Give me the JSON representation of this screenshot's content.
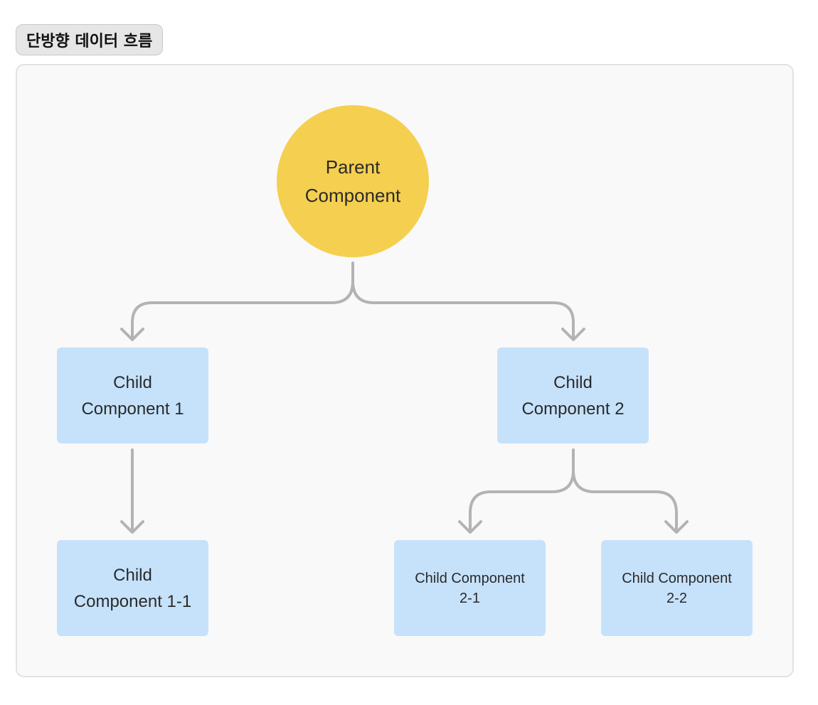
{
  "title": "단방향 데이터 흐름",
  "colors": {
    "parent_fill": "#f5cf50",
    "child_fill": "#c6e2fb",
    "connector": "#b3b3b3",
    "canvas_bg": "#f9f9f9"
  },
  "nodes": {
    "parent": {
      "label": "Parent\nComponent"
    },
    "child1": {
      "label": "Child\nComponent 1"
    },
    "child2": {
      "label": "Child\nComponent 2"
    },
    "child1_1": {
      "label": "Child\nComponent 1-1"
    },
    "child2_1": {
      "label": "Child Component\n2-1"
    },
    "child2_2": {
      "label": "Child Component\n2-2"
    }
  },
  "edges": [
    {
      "from": "Parent Component",
      "to": "Child Component 1"
    },
    {
      "from": "Parent Component",
      "to": "Child Component 2"
    },
    {
      "from": "Child Component 1",
      "to": "Child Component 1-1"
    },
    {
      "from": "Child Component 2",
      "to": "Child Component 2-1"
    },
    {
      "from": "Child Component 2",
      "to": "Child Component 2-2"
    }
  ]
}
